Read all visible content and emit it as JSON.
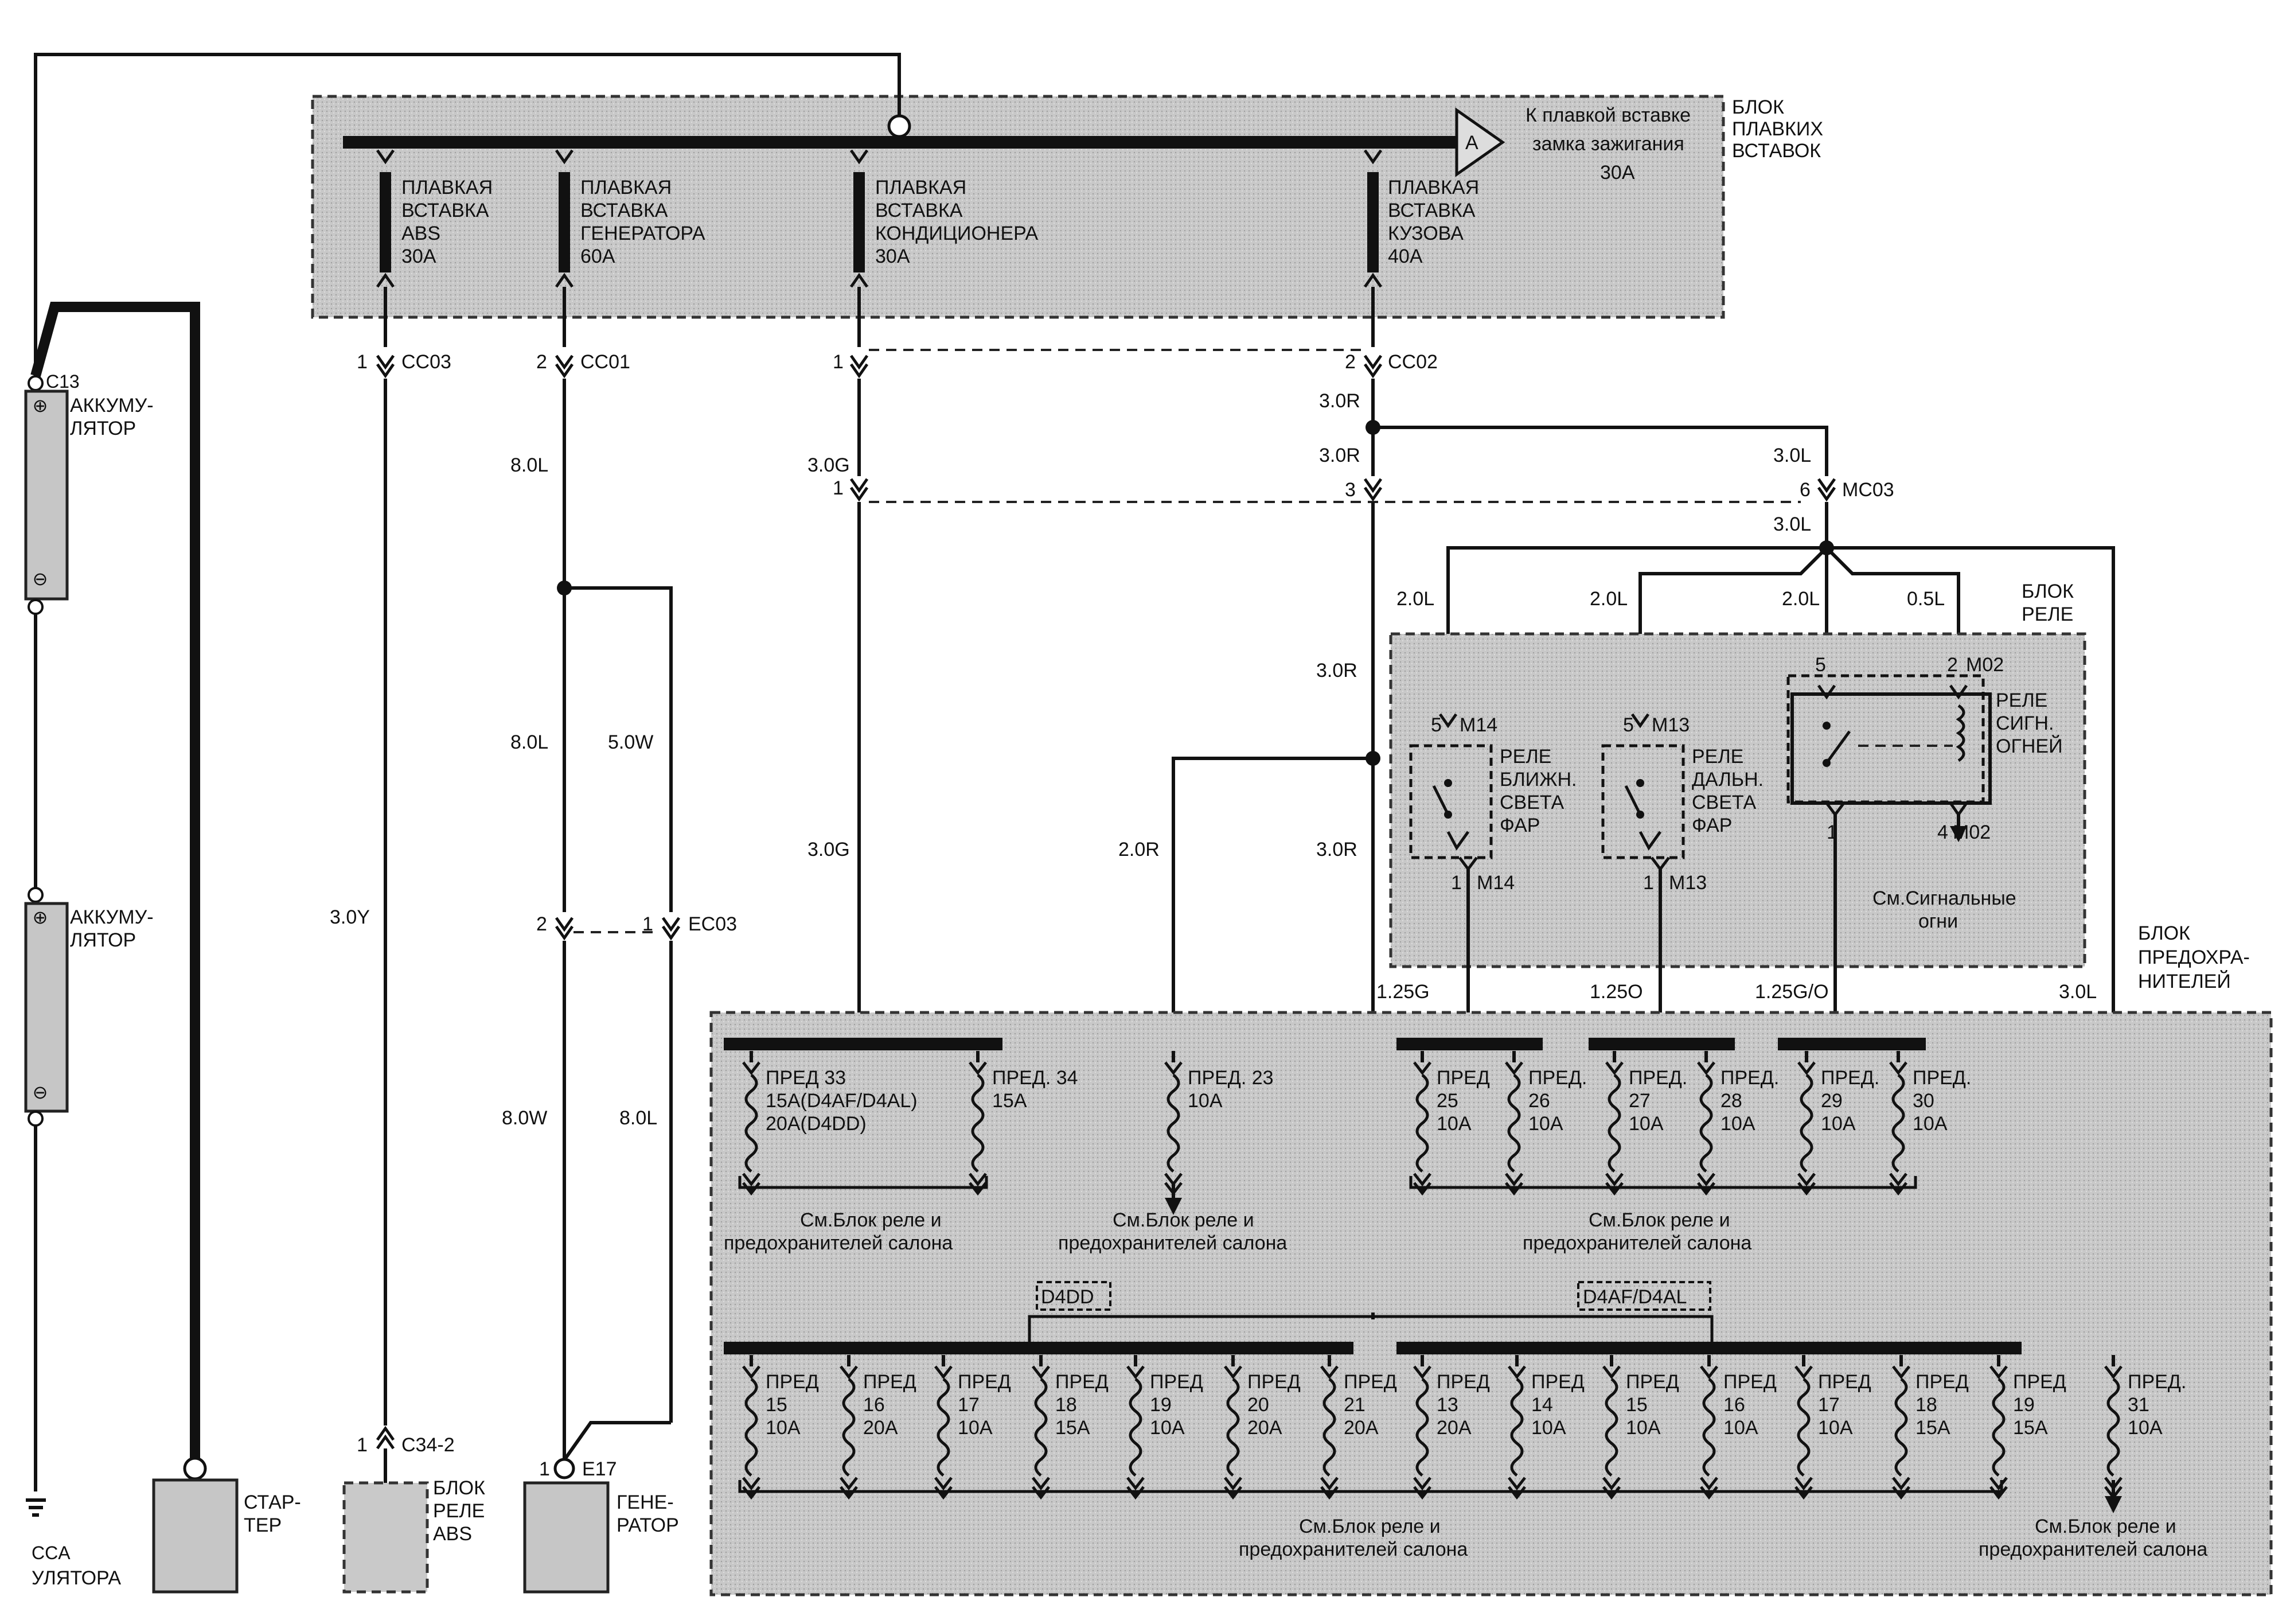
{
  "fuse_box": {
    "title": [
      "БЛОК",
      "ПЛАВКИХ",
      "ВСТАВОК"
    ],
    "connector_letter": "A",
    "ignition_note": [
      "К плавкой вставке",
      "замка зажигания",
      "30A"
    ],
    "fusible_links": [
      {
        "lines": [
          "ПЛАВКАЯ",
          "ВСТАВКА",
          "ABS",
          "30A"
        ]
      },
      {
        "lines": [
          "ПЛАВКАЯ",
          "ВСТАВКА",
          "ГЕНЕРАТОРА",
          "60A"
        ]
      },
      {
        "lines": [
          "ПЛАВКАЯ",
          "ВСТАВКА",
          "КОНДИЦИОНЕРА",
          "30A"
        ]
      },
      {
        "lines": [
          "ПЛАВКАЯ",
          "ВСТАВКА",
          "КУЗОВА",
          "40A"
        ]
      }
    ]
  },
  "connectors": {
    "cc03": {
      "pin": "1",
      "name": "CC03"
    },
    "cc01": {
      "pin": "2",
      "name": "CC01"
    },
    "cc02_left_pin": "1",
    "cc02": {
      "pin": "2",
      "name": "CC02"
    },
    "mc03": {
      "pin": "6",
      "name": "MC03"
    },
    "mid_left_pin": "1",
    "mid_right_pin": "3",
    "ec03": {
      "pin_left": "2",
      "pin_right": "1",
      "name": "EC03"
    },
    "c34": {
      "pin": "1",
      "name": "C34-2"
    },
    "e17": {
      "pin": "1",
      "name": "E17"
    },
    "c13": "C13"
  },
  "wires": {
    "w_30y": "3.0Y",
    "w_80l_a": "8.0L",
    "w_80l_b": "8.0L",
    "w_50w": "5.0W",
    "w_80w": "8.0W",
    "w_80l_c": "8.0L",
    "w_30g_a": "3.0G",
    "w_30g_b": "3.0G",
    "w_30r_a": "3.0R",
    "w_30r_b": "3.0R",
    "w_30r_c": "3.0R",
    "w_30r_d": "3.0R",
    "w_20r": "2.0R",
    "w_30l_a": "3.0L",
    "w_30l_b": "3.0L",
    "w_30l_c": "3.0L",
    "w_20l_a": "2.0L",
    "w_20l_b": "2.0L",
    "w_20l_c": "2.0L",
    "w_05l": "0.5L",
    "w_125g": "1.25G",
    "w_125o": "1.25O",
    "w_125go": "1.25G/O"
  },
  "relay_box": {
    "title": [
      "БЛОК",
      "РЕЛЕ"
    ],
    "relays": [
      {
        "pin_top": "5",
        "conn_top": "M14",
        "pin_bot": "1",
        "conn_bot": "M14",
        "lines": [
          "РЕЛЕ",
          "БЛИЖН.",
          "СВЕТА",
          "ФАР"
        ]
      },
      {
        "pin_top": "5",
        "conn_top": "M13",
        "pin_bot": "1",
        "conn_bot": "M13",
        "lines": [
          "РЕЛЕ",
          "ДАЛЬН.",
          "СВЕТА",
          "ФАР"
        ]
      },
      {
        "pin_top_left": "5",
        "pin_top_right": "2",
        "conn_top": "M02",
        "pin_bot_left": "1",
        "pin_bot_right": "4",
        "conn_bot": "M02",
        "lines": [
          "РЕЛЕ",
          "СИГН.",
          "ОГНЕЙ"
        ]
      }
    ],
    "signal_note": [
      "См.Сигнальные",
      "огни"
    ]
  },
  "fusebox_main": {
    "title": [
      "БЛОК",
      "ПРЕДОХРА-",
      "НИТЕЛЕЙ"
    ],
    "top_fuses": [
      {
        "lines": [
          "ПРЕД 33",
          "15A(D4AF/D4AL)",
          "20A(D4DD)"
        ]
      },
      {
        "lines": [
          "ПРЕД. 34",
          "15A"
        ]
      },
      {
        "lines": [
          "ПРЕД. 23",
          "10A"
        ]
      },
      {
        "lines": [
          "ПРЕД",
          "25",
          "10A"
        ]
      },
      {
        "lines": [
          "ПРЕД.",
          "26",
          "10A"
        ]
      },
      {
        "lines": [
          "ПРЕД.",
          "27",
          "10A"
        ]
      },
      {
        "lines": [
          "ПРЕД.",
          "28",
          "10A"
        ]
      },
      {
        "lines": [
          "ПРЕД.",
          "29",
          "10A"
        ]
      },
      {
        "lines": [
          "ПРЕД.",
          "30",
          "10A"
        ]
      }
    ],
    "see_notes": [
      [
        "См.Блок реле и",
        "предохранителей салона"
      ],
      [
        "См.Блок реле и",
        "предохранителей салона"
      ],
      [
        "См.Блок реле и",
        "предохранителей салона"
      ],
      [
        "См.Блок реле и",
        "предохранителей салона"
      ],
      [
        "См.Блок реле и",
        "предохранителей салона"
      ]
    ],
    "variant_left": "D4DD",
    "variant_right": "D4AF/D4AL",
    "bottom_fuses": [
      {
        "lines": [
          "ПРЕД",
          "15",
          "10A"
        ]
      },
      {
        "lines": [
          "ПРЕД",
          "16",
          "20A"
        ]
      },
      {
        "lines": [
          "ПРЕД",
          "17",
          "10A"
        ]
      },
      {
        "lines": [
          "ПРЕД",
          "18",
          "15A"
        ]
      },
      {
        "lines": [
          "ПРЕД",
          "19",
          "10A"
        ]
      },
      {
        "lines": [
          "ПРЕД",
          "20",
          "20A"
        ]
      },
      {
        "lines": [
          "ПРЕД",
          "21",
          "20A"
        ]
      },
      {
        "lines": [
          "ПРЕД",
          "13",
          "20A"
        ]
      },
      {
        "lines": [
          "ПРЕД",
          "14",
          "10A"
        ]
      },
      {
        "lines": [
          "ПРЕД",
          "15",
          "10A"
        ]
      },
      {
        "lines": [
          "ПРЕД",
          "16",
          "10A"
        ]
      },
      {
        "lines": [
          "ПРЕД",
          "17",
          "10A"
        ]
      },
      {
        "lines": [
          "ПРЕД",
          "18",
          "15A"
        ]
      },
      {
        "lines": [
          "ПРЕД",
          "19",
          "15A"
        ]
      },
      {
        "lines": [
          "ПРЕД.",
          "31",
          "10A"
        ]
      }
    ]
  },
  "components": {
    "battery1": [
      "АККУМУ-",
      "ЛЯТОР"
    ],
    "battery2": [
      "АККУМУ-",
      "ЛЯТОР"
    ],
    "battery_ground": [
      "CCA",
      "УЛЯТОРА"
    ],
    "starter": [
      "СТАР-",
      "ТЕР"
    ],
    "abs_relay_box": [
      "БЛОК",
      "РЕЛЕ",
      "ABS"
    ],
    "generator": [
      "ГЕНЕ-",
      "РАТОР"
    ]
  }
}
